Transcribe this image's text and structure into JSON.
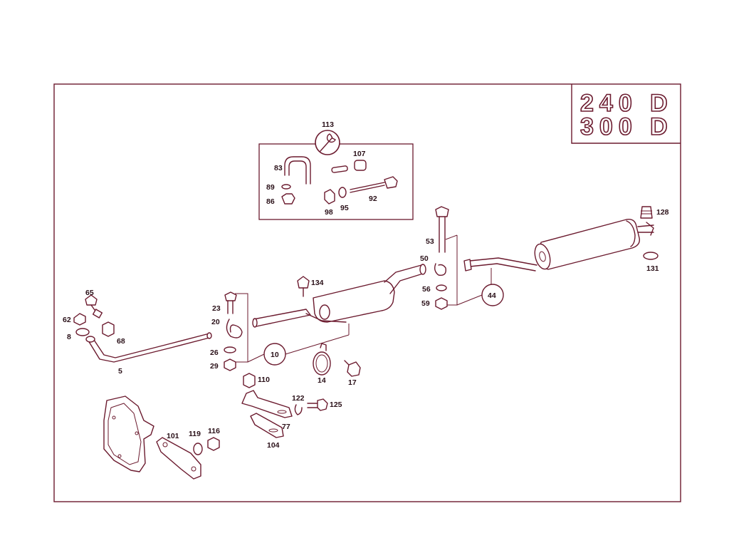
{
  "model_badges": [
    "240 D",
    "300 D"
  ],
  "tool_callout": "113",
  "group_callouts": [
    "10",
    "44"
  ],
  "labels": {
    "p83": "83",
    "p89": "89",
    "p86": "86",
    "p107": "107",
    "p92": "92",
    "p95": "95",
    "p98": "98",
    "p128": "128",
    "p131": "131",
    "p53": "53",
    "p50": "50",
    "p56": "56",
    "p59": "59",
    "p134": "134",
    "p65": "65",
    "p62": "62",
    "p8": "8",
    "p68": "68",
    "p5": "5",
    "p23": "23",
    "p20": "20",
    "p26": "26",
    "p29": "29",
    "p110": "110",
    "p14": "14",
    "p17": "17",
    "p122": "122",
    "p125": "125",
    "p77": "77",
    "p104": "104",
    "p101": "101",
    "p119": "119",
    "p116": "116"
  },
  "colors": {
    "line": "#6b1a2e",
    "text": "#2a1018",
    "background": "#ffffff"
  },
  "icons": {
    "tool_symbol": "wrench-icon"
  }
}
